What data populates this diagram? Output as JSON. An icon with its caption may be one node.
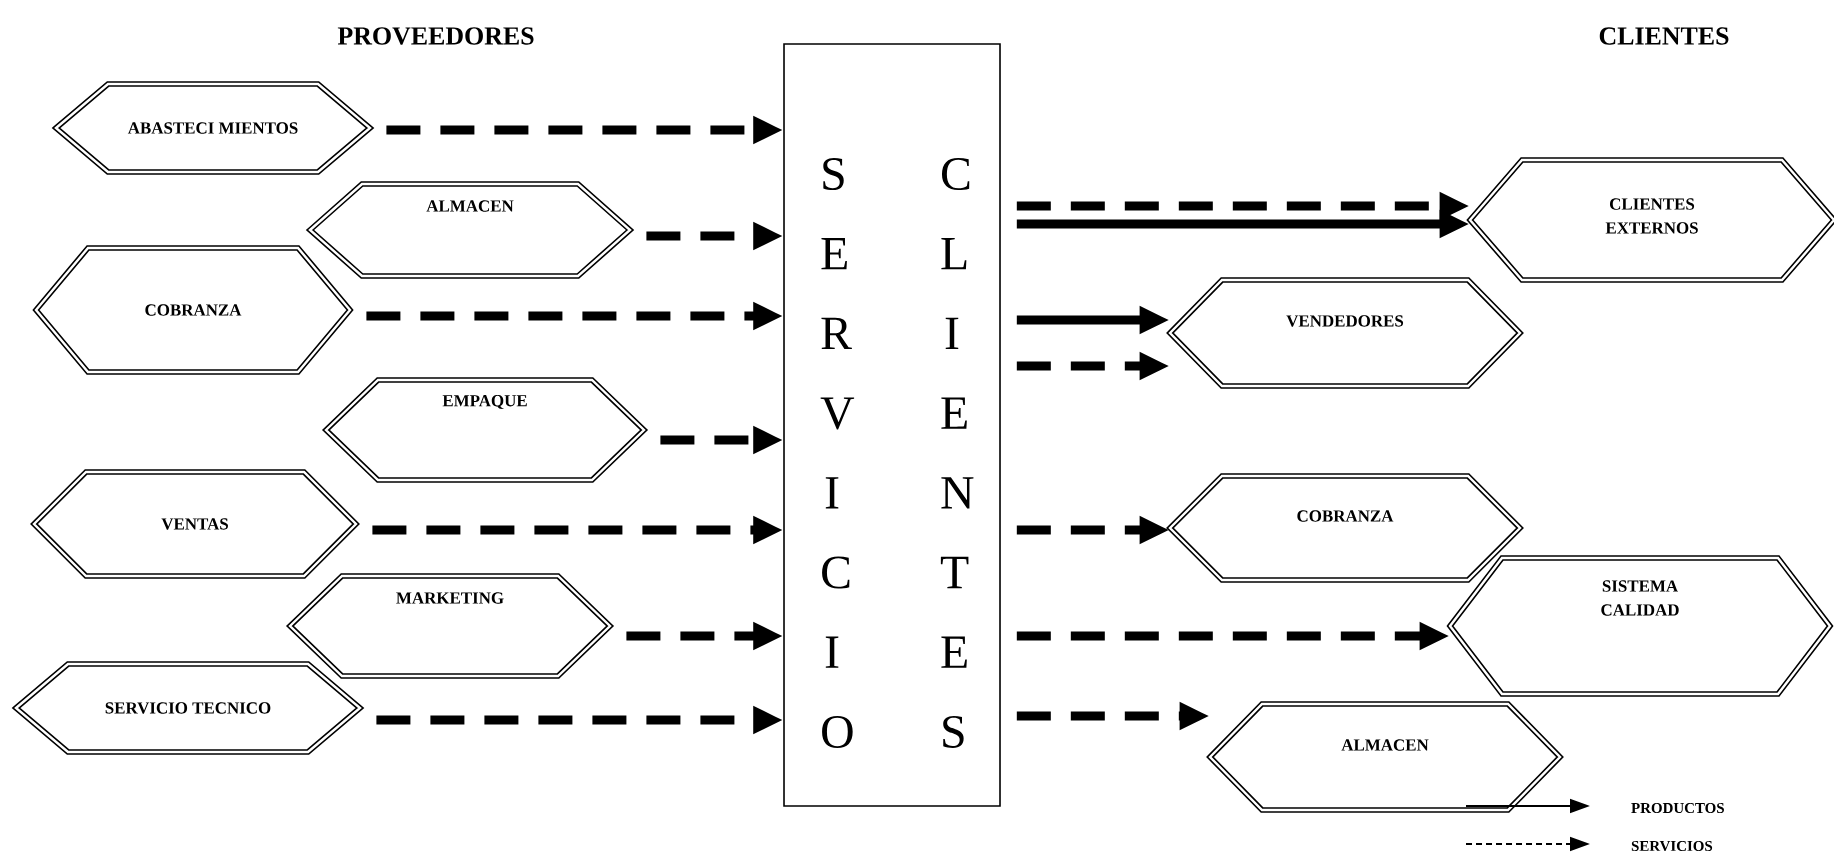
{
  "diagram": {
    "nodes": [
      {
        "text": [
          "ABASTECI MIENTOS"
        ]
      },
      {
        "text": [
          "ALMACEN"
        ]
      },
      {
        "text": [
          "COBRANZA"
        ]
      },
      {
        "text": [
          "EMPAQUE"
        ]
      },
      {
        "text": [
          "VENTAS"
        ]
      },
      {
        "text": [
          "MARKETING"
        ]
      },
      {
        "text": [
          "SERVICIO TECNICO"
        ]
      },
      {
        "text": [
          "SERVICIO",
          "CLIENTES"
        ]
      },
      {
        "text": [
          "CLIENTES EXTERNOS"
        ]
      },
      {
        "text": [
          "VENDEDORES"
        ]
      },
      {
        "text": [
          "COBRANZA"
        ]
      },
      {
        "text": [
          "SISTEMA CALIDAD"
        ]
      },
      {
        "text": [
          "ALMACEN"
        ]
      }
    ],
    "edges": [
      {
        "from": 0,
        "to": 7,
        "arrow": "to",
        "style": "dashed"
      },
      {
        "from": 1,
        "to": 7,
        "arrow": "to",
        "style": "dashed"
      },
      {
        "from": 2,
        "to": 7,
        "arrow": "to",
        "style": "dashed"
      },
      {
        "from": 3,
        "to": 7,
        "arrow": "to",
        "style": "dashed"
      },
      {
        "from": 4,
        "to": 7,
        "arrow": "to",
        "style": "dashed"
      },
      {
        "from": 5,
        "to": 7,
        "arrow": "to",
        "style": "dashed"
      },
      {
        "from": 6,
        "to": 7,
        "arrow": "to",
        "style": "dashed"
      },
      {
        "from": 7,
        "to": 8,
        "arrow": "to",
        "style": "dashed"
      },
      {
        "from": 7,
        "to": 8,
        "arrow": "to"
      },
      {
        "from": 7,
        "to": 9,
        "arrow": "to"
      },
      {
        "from": 7,
        "to": 9,
        "arrow": "to",
        "style": "dashed"
      },
      {
        "from": 7,
        "to": 10,
        "arrow": "to",
        "style": "dashed"
      },
      {
        "from": 7,
        "to": 11,
        "arrow": "to",
        "style": "dashed"
      },
      {
        "from": 7,
        "to": 12,
        "arrow": "to",
        "style": "dashed"
      }
    ],
    "labels": [
      "PROVEEDORES",
      "CLIENTES"
    ],
    "legend": [
      {
        "text": "PRODUCTOS"
      },
      {
        "text": "SERVICIOS"
      }
    ]
  }
}
